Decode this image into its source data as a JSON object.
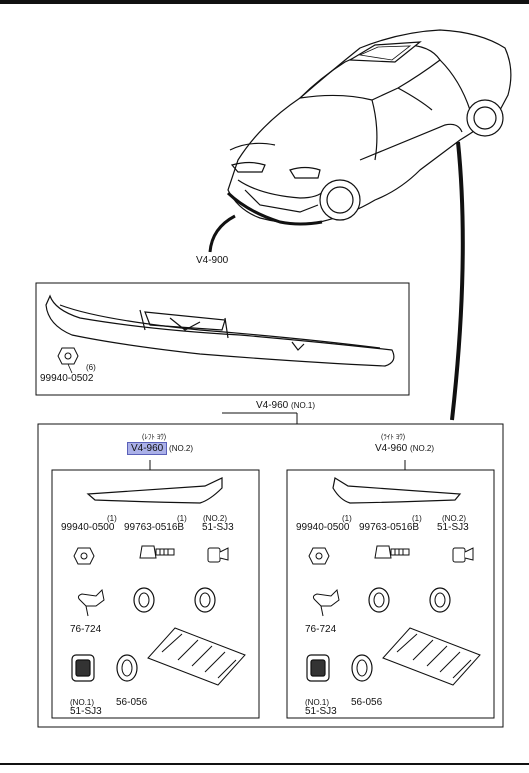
{
  "assembly": {
    "label": "V4-900",
    "front_panel_nut": {
      "part": "99940-0502",
      "qty": "(6)"
    }
  },
  "group": {
    "label": "V4-960",
    "qty": "(NO.1)"
  },
  "left_box": {
    "jp": "(ﾚﾌﾄ ﾖｳ)",
    "label": "V4-960",
    "qty": "(NO.2)",
    "parts": [
      {
        "part": "99940-0500",
        "qty": "(1)"
      },
      {
        "part": "99763-0516B",
        "qty": "(1)"
      },
      {
        "part": "51-SJ3",
        "qty": "(NO.2)"
      },
      {
        "part": "76-724",
        "qty": ""
      },
      {
        "part": "51-SJ3",
        "qty": "(NO.1)"
      },
      {
        "part": "56-056",
        "qty": ""
      }
    ]
  },
  "right_box": {
    "jp": "(ﾗｲﾄ ﾖｳ)",
    "label": "V4-960",
    "qty": "(NO.2)",
    "parts": [
      {
        "part": "99940-0500",
        "qty": "(1)"
      },
      {
        "part": "99763-0516B",
        "qty": "(1)"
      },
      {
        "part": "51-SJ3",
        "qty": "(NO.2)"
      },
      {
        "part": "76-724",
        "qty": ""
      },
      {
        "part": "51-SJ3",
        "qty": "(NO.1)"
      },
      {
        "part": "56-056",
        "qty": ""
      }
    ]
  },
  "colors": {
    "highlight": "#aab0e8",
    "ink": "#111111"
  }
}
